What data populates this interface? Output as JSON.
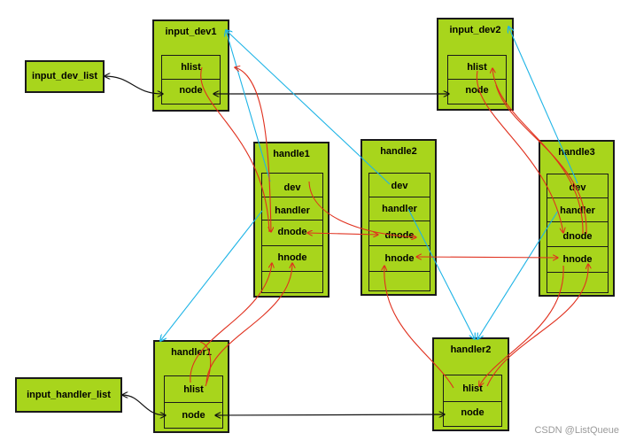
{
  "labels": {
    "input_dev_list": "input_dev_list",
    "input_handler_list": "input_handler_list",
    "input_dev1": "input_dev1",
    "input_dev2": "input_dev2",
    "handle1": "handle1",
    "handle2": "handle2",
    "handle3": "handle3",
    "handler1": "handler1",
    "handler2": "handler2",
    "hlist": "hlist",
    "node": "node",
    "dev": "dev",
    "handler": "handler",
    "dnode": "dnode",
    "hnode": "hnode"
  },
  "colors": {
    "box_fill": "#a8d51c",
    "border": "#1a1a1a",
    "arrow_black": "#111111",
    "arrow_red": "#e0301e",
    "arrow_cyan": "#1eb4e6"
  },
  "watermark": "CSDN @ListQueue"
}
